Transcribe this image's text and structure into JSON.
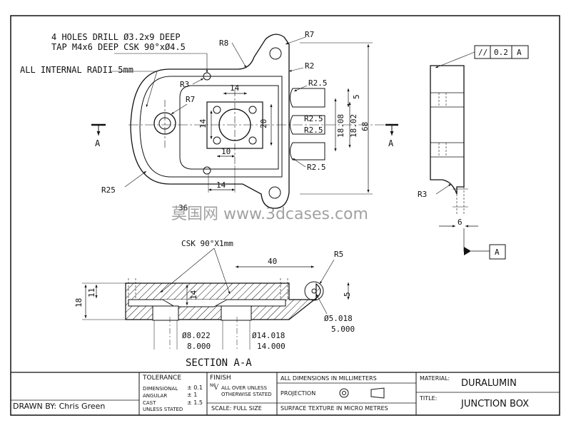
{
  "notes": {
    "holes_line1": "4 HOLES DRILL Ø3.2x9 DEEP",
    "holes_line2": "TAP M4x6 DEEP CSK 90°xØ4.5",
    "internal_radii": "ALL INTERNAL RADII 5mm",
    "csk": "CSK 90°X1mm"
  },
  "plan_view": {
    "r8": "R8",
    "r7_top": "R7",
    "r2": "R2",
    "r3": "R3",
    "r7": "R7",
    "r2_5_a": "R2.5",
    "r2_5_b": "R2.5",
    "r2_5_c": "R2.5",
    "r2_5_d": "R2.5",
    "r25": "R25",
    "d14_top": "14",
    "d14_left": "14",
    "d20": "20",
    "d10": "10",
    "d14_bottom": "14",
    "d5": "5",
    "d18_08": "18.08",
    "d18_02": "18.02",
    "d68": "68",
    "section_a_left": "A",
    "section_a_right": "A",
    "d36": "36"
  },
  "side_view": {
    "flatness_symbol": "//",
    "flatness_value": "0.2",
    "datum_ref": "A",
    "r3": "R3",
    "d6": "6",
    "datum_label": "A"
  },
  "section_view": {
    "title": "SECTION A-A",
    "d40": "40",
    "r5": "R5",
    "d5": "5",
    "d18": "18",
    "d11": "11",
    "d14": "14",
    "dia_5_018": "Ø5.018",
    "dia_5_000": "5.000",
    "dia_8_022": "Ø8.022",
    "dia_8_000": "8.000",
    "dia_14_018": "Ø14.018",
    "dia_14_000": "14.000"
  },
  "watermark": "莫国网 www.3dcases.com",
  "title_block": {
    "drawn_by": "DRAWN BY: Chris Green",
    "tolerance_header": "TOLERANCE",
    "tol_dimensional": "DIMENSIONAL",
    "tol_dimensional_val": "± 0.1",
    "tol_angular": "ANGULAR",
    "tol_angular_val": "± 1",
    "tol_cast": "CAST",
    "tol_cast2": "UNLESS STATED",
    "tol_cast_val": "± 1.5",
    "finish_header": "FINISH",
    "finish_text1": "ALL OVER UNLESS",
    "finish_text2": "OTHERWISE STATED",
    "finish_mark": "N6",
    "scale": "SCALE: FULL SIZE",
    "dimensions_note": "ALL DIMENSIONS IN MILLIMETERS",
    "projection_label": "PROJECTION",
    "surface_note": "SURFACE TEXTURE IN MICRO METRES",
    "material_label": "MATERIAL:",
    "material_value": "DURALUMIN",
    "title_label": "TITLE:",
    "title_value": "JUNCTION BOX"
  }
}
